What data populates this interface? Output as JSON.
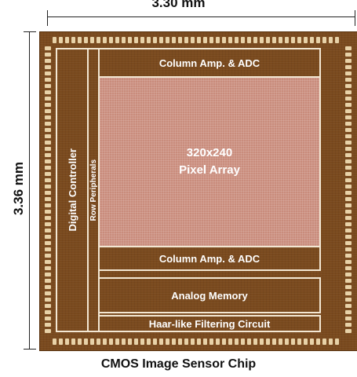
{
  "dimensions": {
    "width_label": "3.30 mm",
    "height_label": "3.36 mm"
  },
  "chip": {
    "blocks": {
      "column_amp_top": "Column Amp. & ADC",
      "pixel_array_line1": "320x240",
      "pixel_array_line2": "Pixel Array",
      "column_amp_bottom": "Column Amp. & ADC",
      "analog_memory": "Analog Memory",
      "haar_filter": "Haar-like Filtering Circuit",
      "digital_controller": "Digital Controller",
      "row_peripherals": "Row Peripherals"
    },
    "colors": {
      "die": "#7a4a1e",
      "pixel_array": "#c98c7c",
      "outline": "#f3e7d3",
      "pads": "#e8d2a8"
    }
  },
  "caption": "CMOS Image Sensor Chip"
}
